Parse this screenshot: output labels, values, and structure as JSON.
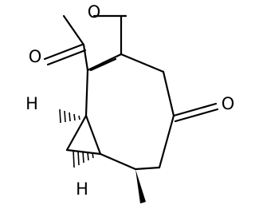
{
  "structure": {
    "atoms": {
      "ring_oxygen": "O",
      "carbonyl_oxygen_left": "O",
      "carbonyl_oxygen_right": "O",
      "hydrogen_upper": "H",
      "hydrogen_lower": "H"
    }
  }
}
